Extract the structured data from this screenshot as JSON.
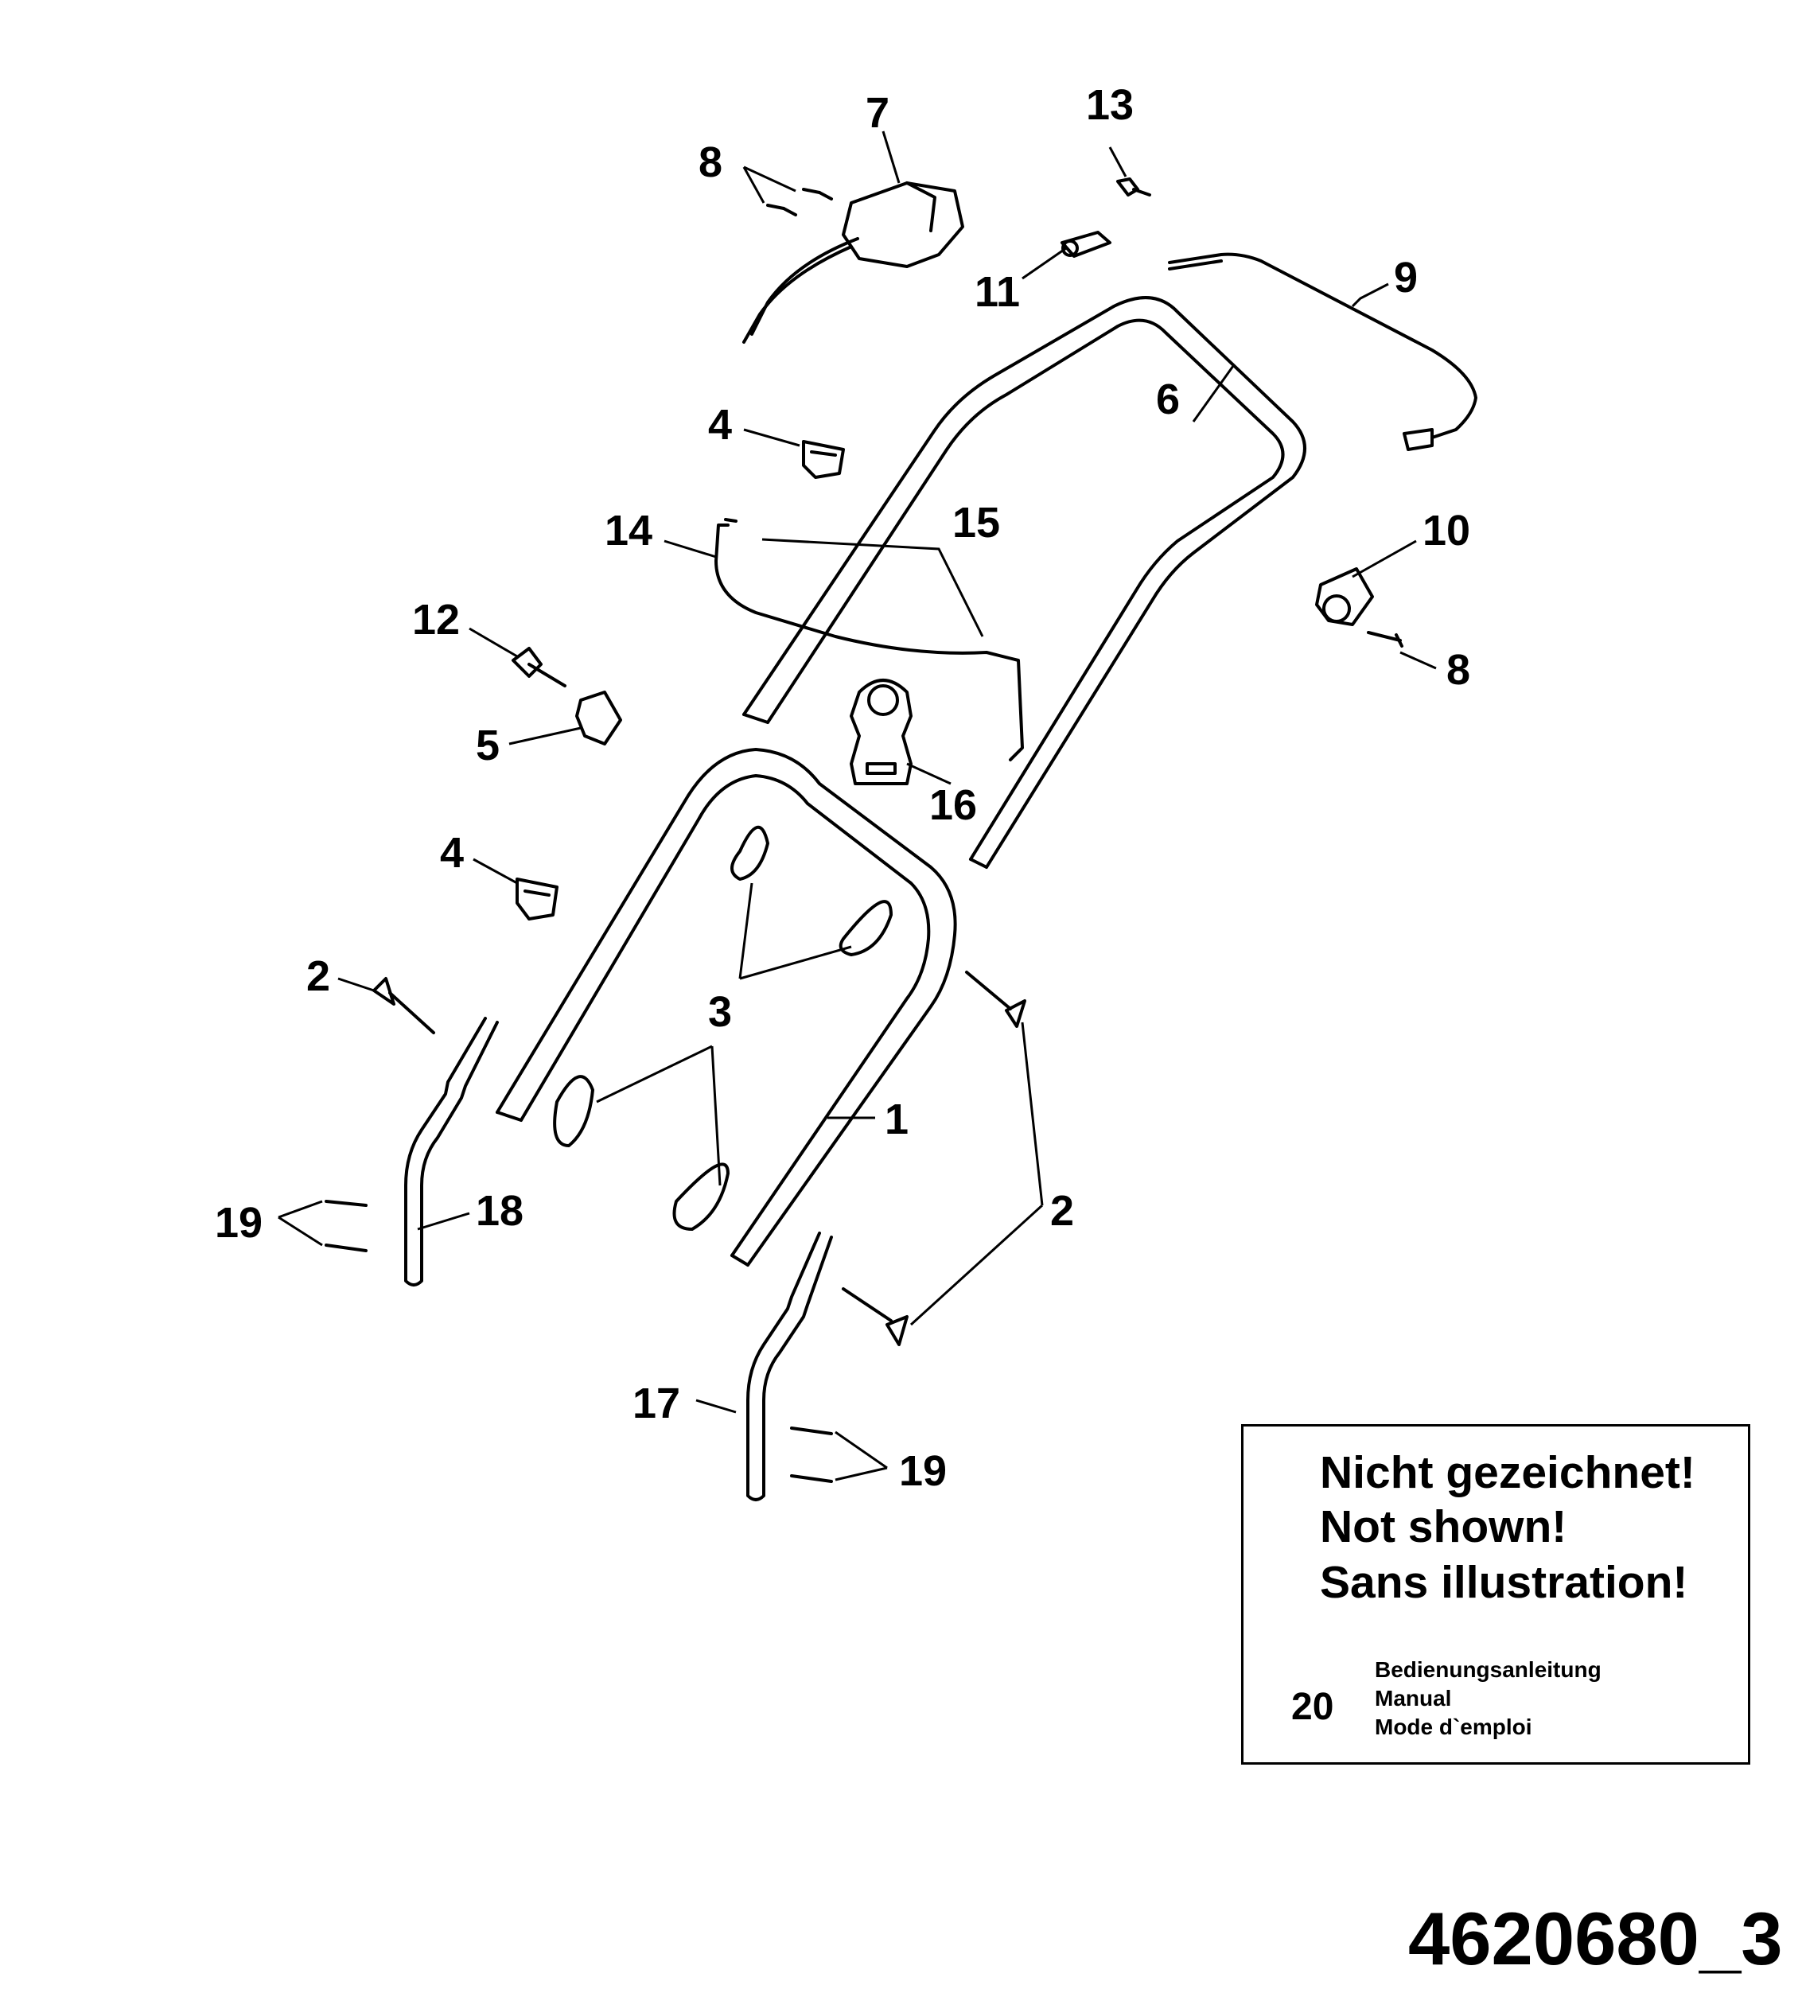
{
  "callouts": [
    {
      "id": "c7",
      "text": "7"
    },
    {
      "id": "c13",
      "text": "13"
    },
    {
      "id": "c8a",
      "text": "8"
    },
    {
      "id": "c11",
      "text": "11"
    },
    {
      "id": "c9",
      "text": "9"
    },
    {
      "id": "c6",
      "text": "6"
    },
    {
      "id": "c4a",
      "text": "4"
    },
    {
      "id": "c14",
      "text": "14"
    },
    {
      "id": "c15",
      "text": "15"
    },
    {
      "id": "c10",
      "text": "10"
    },
    {
      "id": "c8b",
      "text": "8"
    },
    {
      "id": "c12",
      "text": "12"
    },
    {
      "id": "c5",
      "text": "5"
    },
    {
      "id": "c16",
      "text": "16"
    },
    {
      "id": "c4b",
      "text": "4"
    },
    {
      "id": "c2a",
      "text": "2"
    },
    {
      "id": "c3",
      "text": "3"
    },
    {
      "id": "c1",
      "text": "1"
    },
    {
      "id": "c19a",
      "text": "19"
    },
    {
      "id": "c18",
      "text": "18"
    },
    {
      "id": "c2b",
      "text": "2"
    },
    {
      "id": "c17",
      "text": "17"
    },
    {
      "id": "c19b",
      "text": "19"
    }
  ],
  "not_shown_box": {
    "line1": "Nicht gezeichnet!",
    "line2": "Not shown!",
    "line3": "Sans illustration!",
    "item_number": "20",
    "item_de": "Bedienungsanleitung",
    "item_en": "Manual",
    "item_fr": "Mode d`emploi"
  },
  "drawing_id": "4620680_3"
}
